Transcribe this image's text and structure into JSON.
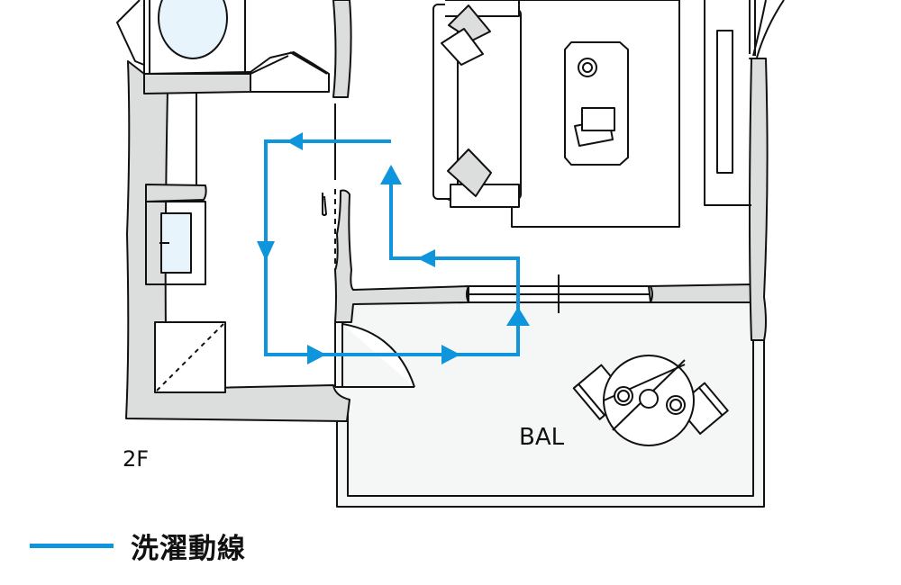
{
  "floor_label": "2F",
  "room_labels": {
    "balcony": "BAL"
  },
  "legend": {
    "label": "洗濯動線",
    "line_color": "#0f95dc"
  },
  "colors": {
    "wall": "#dcdddd",
    "outline": "#111111",
    "fixture": "#e8f4fc",
    "balcony_floor": "#f5f6f6",
    "flow": "#0f95dc"
  }
}
